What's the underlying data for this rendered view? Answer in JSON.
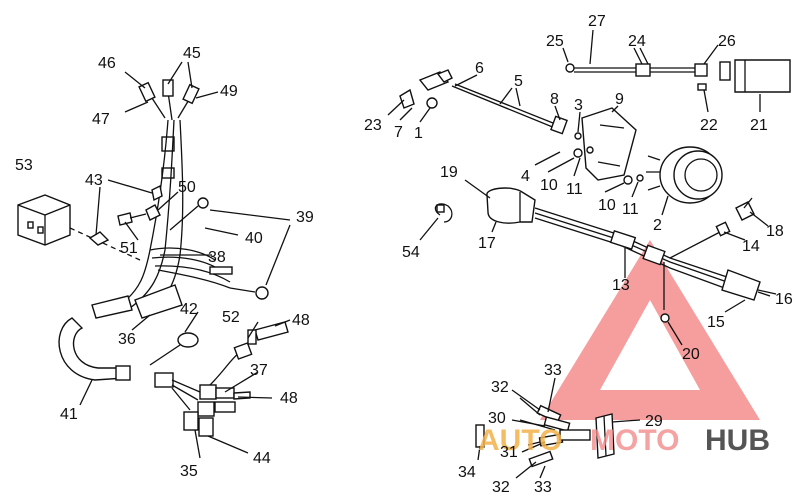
{
  "labels": [
    "46",
    "45",
    "47",
    "49",
    "53",
    "43",
    "50",
    "39",
    "51",
    "40",
    "38",
    "42",
    "52",
    "48",
    "36",
    "37",
    "41",
    "35",
    "44",
    "25",
    "27",
    "24",
    "26",
    "6",
    "5",
    "8",
    "3",
    "9",
    "23",
    "7",
    "1",
    "22",
    "21",
    "4",
    "10",
    "11",
    "19",
    "2",
    "54",
    "17",
    "18",
    "14",
    "13",
    "16",
    "15",
    "20",
    "32",
    "33",
    "30",
    "29",
    "31",
    "34"
  ],
  "watermark": {
    "part1": "AUTO",
    "part2": "MOTO",
    "part3": "HUB",
    "colors": {
      "auto": "#f3b24a",
      "moto": "#f28c8c",
      "hub": "#555555",
      "triangle": "#ef4d4d"
    }
  }
}
